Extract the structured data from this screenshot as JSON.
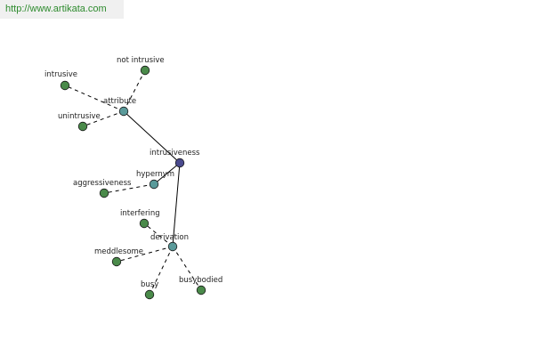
{
  "url": "http://www.artikata.com",
  "colors": {
    "center_node": "#4a4a8e",
    "relation_node": "#5a9a9a",
    "word_node": "#4a8a4a",
    "url_text": "#2e8b2e",
    "banner_background": "#f0f0f0"
  },
  "graph": {
    "center": "intrusiveness",
    "relations": [
      {
        "label": "attribute",
        "terms": [
          "intrusive",
          "not intrusive",
          "unintrusive"
        ]
      },
      {
        "label": "hypernym",
        "terms": [
          "aggressiveness"
        ]
      },
      {
        "label": "derivation",
        "terms": [
          "interfering",
          "meddlesome",
          "busy",
          "busybodied"
        ]
      }
    ]
  }
}
